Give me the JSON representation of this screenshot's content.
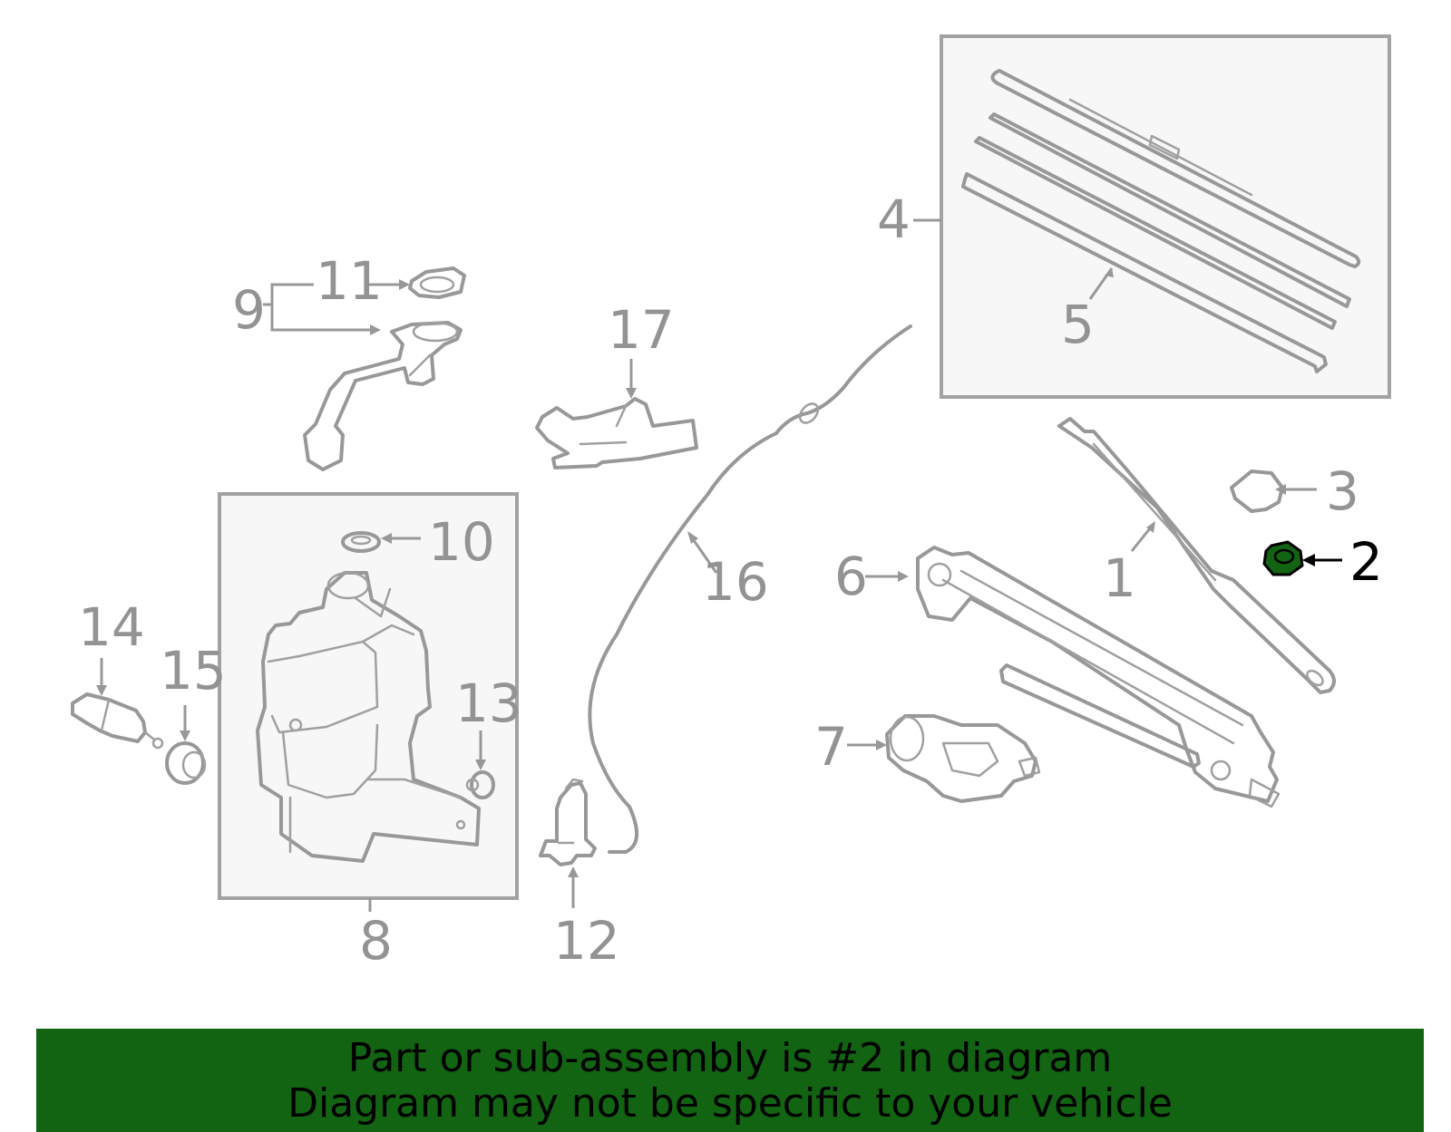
{
  "diagram": {
    "callouts": {
      "c1": "1",
      "c2": "2",
      "c3": "3",
      "c4": "4",
      "c5": "5",
      "c6": "6",
      "c7": "7",
      "c8": "8",
      "c9": "9",
      "c10": "10",
      "c11": "11",
      "c12": "12",
      "c13": "13",
      "c14": "14",
      "c15": "15",
      "c16": "16",
      "c17": "17"
    },
    "highlighted_part": "2",
    "colors": {
      "highlight": "#126312",
      "line_gray": "#989898",
      "banner": "#126312"
    }
  },
  "banner": {
    "line1": "Part or sub-assembly is #2 in diagram",
    "line2": "Diagram may not be specific to your vehicle"
  }
}
